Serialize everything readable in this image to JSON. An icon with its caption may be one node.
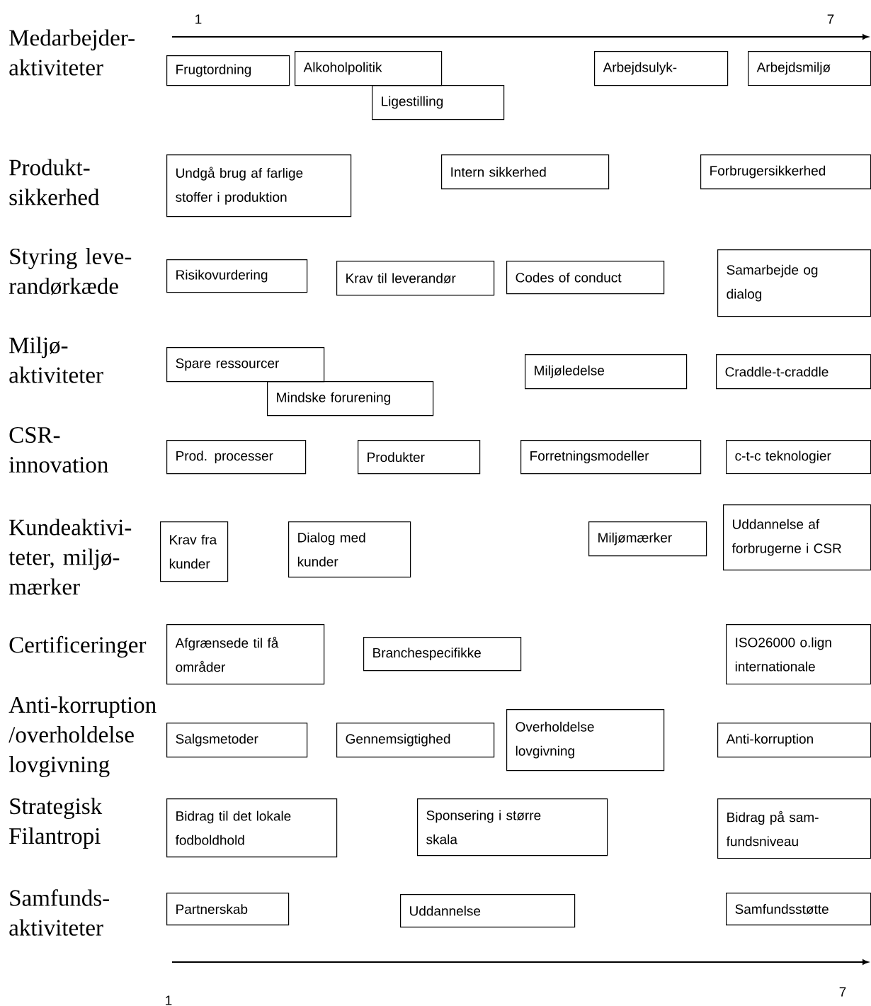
{
  "diagram": {
    "nodes": [
      {
        "text": [
          "Frugtordning"
        ]
      },
      {
        "text": [
          "Alkoholpolitik"
        ]
      },
      {
        "text": [
          "Ligestilling"
        ]
      },
      {
        "text": [
          "Arbejdsulyk-"
        ]
      },
      {
        "text": [
          "Arbejdsmiljø"
        ]
      },
      {
        "text": [
          "Undgå brug af farlige stoffer i produktion"
        ]
      },
      {
        "text": [
          "Intern sikkerhed"
        ]
      },
      {
        "text": [
          "Forbrugersikkerhed"
        ]
      },
      {
        "text": [
          "Risikovurdering"
        ]
      },
      {
        "text": [
          "Krav til leverandør"
        ]
      },
      {
        "text": [
          "Codes of conduct"
        ]
      },
      {
        "text": [
          "Samarbejde og dialog"
        ]
      },
      {
        "text": [
          "Spare ressourcer"
        ]
      },
      {
        "text": [
          "Mindske forurening"
        ]
      },
      {
        "text": [
          "Miljøledelse"
        ]
      },
      {
        "text": [
          "Craddle-t-craddle"
        ]
      },
      {
        "text": [
          "Prod. processer"
        ]
      },
      {
        "text": [
          "Produkter"
        ]
      },
      {
        "text": [
          "Forretningsmodeller"
        ]
      },
      {
        "text": [
          "c-t-c teknologier"
        ]
      },
      {
        "text": [
          "Krav fra kunder"
        ]
      },
      {
        "text": [
          "Dialog med kunder"
        ]
      },
      {
        "text": [
          "Miljømærker"
        ]
      },
      {
        "text": [
          "Uddannelse af forbrugerne i CSR"
        ]
      },
      {
        "text": [
          "Afgrænsede til få områder"
        ]
      },
      {
        "text": [
          "Branchespecifikke"
        ]
      },
      {
        "text": [
          "ISO26000 o.lign internationale"
        ]
      },
      {
        "text": [
          "Salgsmetoder"
        ]
      },
      {
        "text": [
          "Gennemsigtighed"
        ]
      },
      {
        "text": [
          "Overholdelse lovgivning"
        ]
      },
      {
        "text": [
          "Anti-korruption"
        ]
      },
      {
        "text": [
          "Bidrag til det lokale fodboldhold"
        ]
      },
      {
        "text": [
          "Sponsering i større skala"
        ]
      },
      {
        "text": [
          "Bidrag på sam- fundsniveau"
        ]
      },
      {
        "text": [
          "Partnerskab"
        ]
      },
      {
        "text": [
          "Uddannelse"
        ]
      },
      {
        "text": [
          "Samfundsstøtte"
        ]
      }
    ],
    "labels": [
      "1",
      "7",
      "Medarbejder- aktiviteter",
      "Produkt- sikkerhed",
      "Styring leve- randørkæde",
      "Miljø- aktiviteter",
      "CSR- innovation",
      "Kundeaktivi- teter, miljø- mærker",
      "Certificeringer",
      "Anti-korruption /overholdelse lovgivning",
      "Strategisk Filantropi",
      "Samfunds- aktiviteter",
      "7",
      "1"
    ]
  }
}
